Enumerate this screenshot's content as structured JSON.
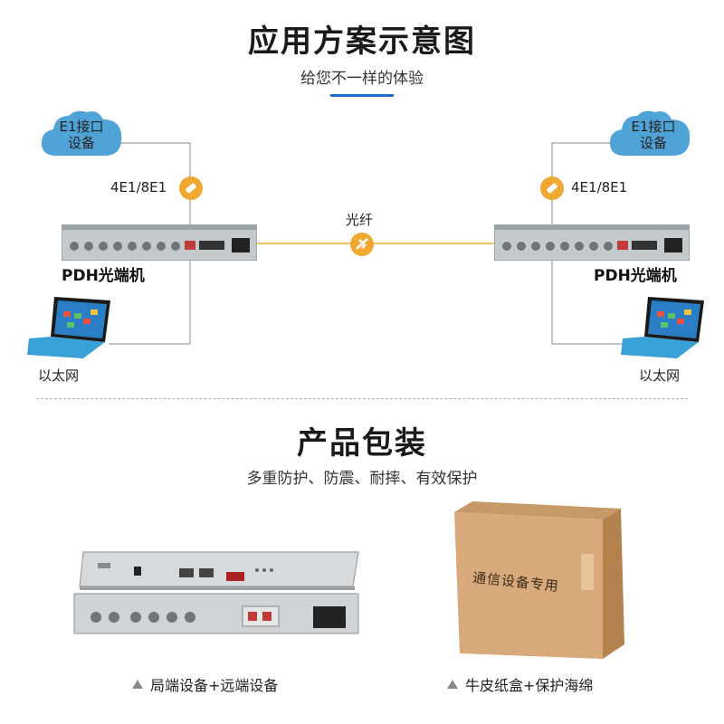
{
  "header": {
    "title": "应用方案示意图",
    "subtitle": "给您不一样的体验"
  },
  "diagram": {
    "left_cloud": {
      "line1": "E1接口",
      "line2": "设备"
    },
    "right_cloud": {
      "line1": "E1接口",
      "line2": "设备"
    },
    "left_e1_label": "4E1/8E1",
    "right_e1_label": "4E1/8E1",
    "fiber_label": "光纤",
    "left_device_label": "PDH光端机",
    "right_device_label": "PDH光端机",
    "left_ethernet_label": "以太网",
    "right_ethernet_label": "以太网"
  },
  "packaging": {
    "title": "产品包装",
    "subtitle": "多重防护、防震、耐摔、有效保护",
    "box_text": "通信设备专用",
    "left_caption": "局端设备+远端设备",
    "right_caption": "牛皮纸盒+保护海绵"
  },
  "colors": {
    "accent": "#1f6fc9",
    "cloud": "#4fa3d6",
    "fiber": "#f0a830",
    "device": "#9aa3a8"
  }
}
